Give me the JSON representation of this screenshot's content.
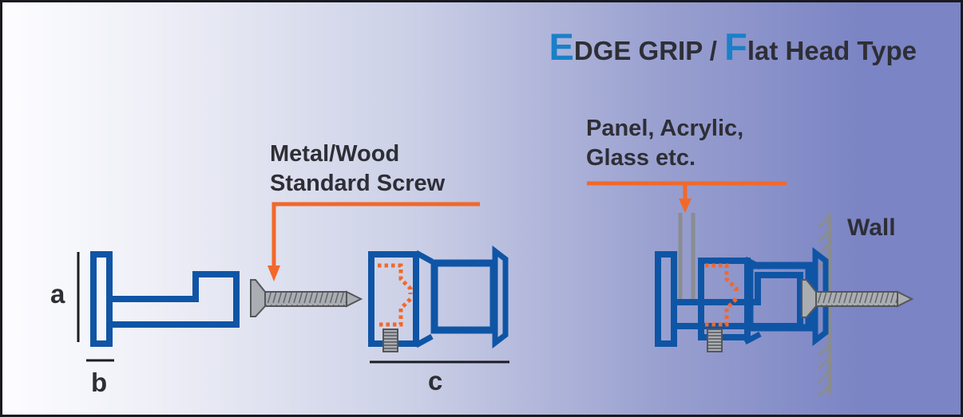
{
  "title": {
    "word1_initial": "E",
    "word1_rest": "DGE GRIP / ",
    "word2_initial": "F",
    "word2_rest": "lat Head Type"
  },
  "annotations": {
    "screw_label_line1": "Metal/Wood",
    "screw_label_line2": "Standard Screw",
    "panel_label_line1": "Panel, Acrylic,",
    "panel_label_line2": "Glass etc.",
    "wall_label": "Wall"
  },
  "dimensions": {
    "a": "a",
    "b": "b",
    "c": "c"
  },
  "colors": {
    "background_left": "#fdfdff",
    "background_right": "#7b84c4",
    "outline_blue": "#0f55a5",
    "title_accent_blue": "#1a80c9",
    "text_dark": "#2e2e36",
    "accent_orange": "#f2682a",
    "metal_gray": "#aaaeb2",
    "metal_dark": "#54565a",
    "panel_gray": "#8a8d90",
    "dimension_black": "#1c1c22"
  }
}
